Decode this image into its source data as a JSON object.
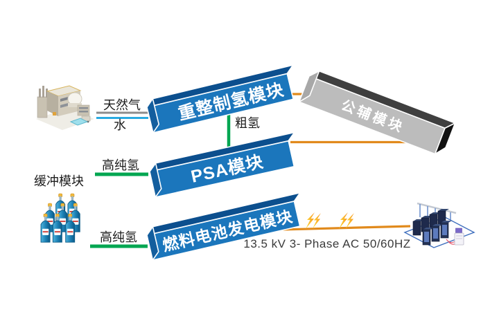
{
  "modules": {
    "reformer": {
      "label": "重整制氢模块"
    },
    "psa": {
      "label": "PSA模块"
    },
    "fuel_cell": {
      "label": "燃料电池发电模块"
    },
    "utility": {
      "label": "公辅模块"
    },
    "buffer": {
      "label": "缓冲模块"
    }
  },
  "flows": {
    "natural_gas": {
      "label": "天然气"
    },
    "water": {
      "label": "水"
    },
    "crude_hydrogen": {
      "label": "粗氢"
    },
    "pure_hydrogen_top": {
      "label": "高纯氢"
    },
    "pure_hydrogen_bottom": {
      "label": "高纯氢"
    },
    "ac_output": {
      "label": "13.5 kV 3- Phase AC 50/60HZ"
    }
  },
  "icons": {
    "factory": "factory-plant-icon",
    "buffer_cylinders": "gas-cylinders-icon",
    "power_racks": "server-racks-icon",
    "lightning": "lightning-bolt-icon"
  },
  "colors": {
    "module_blue": "#1B76BC",
    "module_blue_top": "#0C4F8E",
    "module_blue_side": "#135E9E",
    "utility_gray": "#BCBCBC",
    "utility_gray_top": "#3F3F3F",
    "utility_gray_side": "#A8A8A8",
    "utility_black": "#111111",
    "hydrogen_green": "#00A651",
    "power_orange": "#E18A1C",
    "natural_gas_gray": "#8C8C8C",
    "water_blue": "#29ABE2"
  }
}
